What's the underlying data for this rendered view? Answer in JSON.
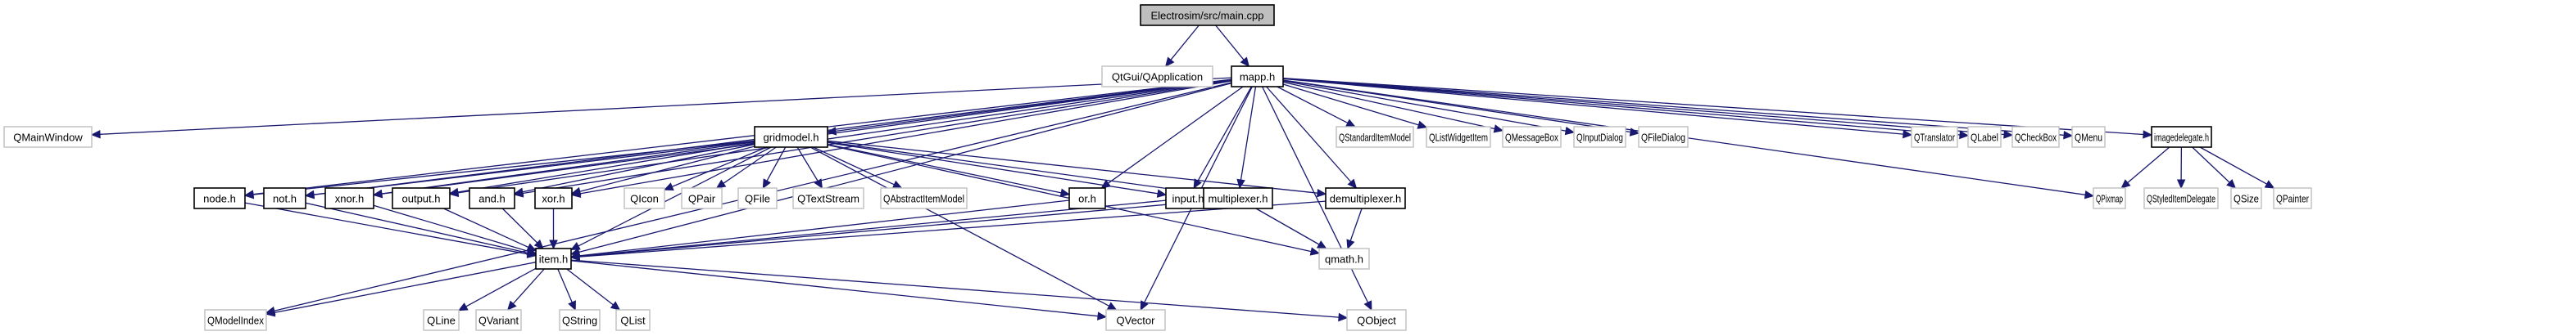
{
  "title": "Electrosim/src/main.cpp include dependency graph",
  "colors": {
    "edge": "#191970",
    "root_fill": "#bfbfbf",
    "documented_border": "#000000",
    "external_border": "#bfbfbf"
  },
  "nodes": [
    {
      "id": "main",
      "label": "Electrosim/src/main.cpp",
      "kind": "root"
    },
    {
      "id": "qapp",
      "label": "QtGui/QApplication",
      "kind": "external"
    },
    {
      "id": "mapp",
      "label": "mapp.h",
      "kind": "documented"
    },
    {
      "id": "qmainwindow",
      "label": "QMainWindow",
      "kind": "external"
    },
    {
      "id": "gridmodel",
      "label": "gridmodel.h",
      "kind": "documented"
    },
    {
      "id": "qstandarditemmodel",
      "label": "QStandardItemModel",
      "kind": "external"
    },
    {
      "id": "qlistwidgetitem",
      "label": "QListWidgetItem",
      "kind": "external"
    },
    {
      "id": "qmessagebox",
      "label": "QMessageBox",
      "kind": "external"
    },
    {
      "id": "qinputdialog",
      "label": "QInputDialog",
      "kind": "external"
    },
    {
      "id": "qfiledialog",
      "label": "QFileDialog",
      "kind": "external"
    },
    {
      "id": "qtranslator",
      "label": "QTranslator",
      "kind": "external"
    },
    {
      "id": "qlabel",
      "label": "QLabel",
      "kind": "external"
    },
    {
      "id": "qcheckbox",
      "label": "QCheckBox",
      "kind": "external"
    },
    {
      "id": "qmenu",
      "label": "QMenu",
      "kind": "external"
    },
    {
      "id": "imagedelegate",
      "label": "imagedelegate.h",
      "kind": "documented"
    },
    {
      "id": "node",
      "label": "node.h",
      "kind": "documented"
    },
    {
      "id": "not",
      "label": "not.h",
      "kind": "documented"
    },
    {
      "id": "xnor",
      "label": "xnor.h",
      "kind": "documented"
    },
    {
      "id": "output",
      "label": "output.h",
      "kind": "documented"
    },
    {
      "id": "and",
      "label": "and.h",
      "kind": "documented"
    },
    {
      "id": "xor",
      "label": "xor.h",
      "kind": "documented"
    },
    {
      "id": "qicon",
      "label": "QIcon",
      "kind": "external"
    },
    {
      "id": "qpair",
      "label": "QPair",
      "kind": "external"
    },
    {
      "id": "qfile",
      "label": "QFile",
      "kind": "external"
    },
    {
      "id": "qtextstream",
      "label": "QTextStream",
      "kind": "external"
    },
    {
      "id": "qabstractitemmodel",
      "label": "QAbstractItemModel",
      "kind": "external"
    },
    {
      "id": "or",
      "label": "or.h",
      "kind": "documented"
    },
    {
      "id": "input",
      "label": "input.h",
      "kind": "documented"
    },
    {
      "id": "multiplexer",
      "label": "multiplexer.h",
      "kind": "documented"
    },
    {
      "id": "demultiplexer",
      "label": "demultiplexer.h",
      "kind": "documented"
    },
    {
      "id": "qpixmap",
      "label": "QPixmap",
      "kind": "external"
    },
    {
      "id": "qstyleditemdelegate",
      "label": "QStyledItemDelegate",
      "kind": "external"
    },
    {
      "id": "qsize",
      "label": "QSize",
      "kind": "external"
    },
    {
      "id": "qpainter",
      "label": "QPainter",
      "kind": "external"
    },
    {
      "id": "item",
      "label": "item.h",
      "kind": "documented"
    },
    {
      "id": "qmath",
      "label": "qmath.h",
      "kind": "external"
    },
    {
      "id": "qmodelindex",
      "label": "QModelIndex",
      "kind": "external"
    },
    {
      "id": "qline",
      "label": "QLine",
      "kind": "external"
    },
    {
      "id": "qvariant",
      "label": "QVariant",
      "kind": "external"
    },
    {
      "id": "qstring",
      "label": "QString",
      "kind": "external"
    },
    {
      "id": "qlist",
      "label": "QList",
      "kind": "external"
    },
    {
      "id": "qvector",
      "label": "QVector",
      "kind": "external"
    },
    {
      "id": "qobject",
      "label": "QObject",
      "kind": "external"
    }
  ],
  "edges": [
    [
      "main",
      "qapp"
    ],
    [
      "main",
      "mapp"
    ],
    [
      "mapp",
      "qmainwindow"
    ],
    [
      "mapp",
      "gridmodel"
    ],
    [
      "mapp",
      "qstandarditemmodel"
    ],
    [
      "mapp",
      "qlistwidgetitem"
    ],
    [
      "mapp",
      "qmessagebox"
    ],
    [
      "mapp",
      "qinputdialog"
    ],
    [
      "mapp",
      "qfiledialog"
    ],
    [
      "mapp",
      "qtranslator"
    ],
    [
      "mapp",
      "qlabel"
    ],
    [
      "mapp",
      "qcheckbox"
    ],
    [
      "mapp",
      "qmenu"
    ],
    [
      "mapp",
      "imagedelegate"
    ],
    [
      "mapp",
      "qpixmap"
    ],
    [
      "mapp",
      "node"
    ],
    [
      "mapp",
      "not"
    ],
    [
      "mapp",
      "xnor"
    ],
    [
      "mapp",
      "output"
    ],
    [
      "mapp",
      "and"
    ],
    [
      "mapp",
      "xor"
    ],
    [
      "mapp",
      "or"
    ],
    [
      "mapp",
      "input"
    ],
    [
      "mapp",
      "multiplexer"
    ],
    [
      "mapp",
      "demultiplexer"
    ],
    [
      "mapp",
      "item"
    ],
    [
      "mapp",
      "qmodelindex"
    ],
    [
      "mapp",
      "qvector"
    ],
    [
      "mapp",
      "qobject"
    ],
    [
      "gridmodel",
      "node"
    ],
    [
      "gridmodel",
      "not"
    ],
    [
      "gridmodel",
      "xnor"
    ],
    [
      "gridmodel",
      "output"
    ],
    [
      "gridmodel",
      "and"
    ],
    [
      "gridmodel",
      "xor"
    ],
    [
      "gridmodel",
      "qicon"
    ],
    [
      "gridmodel",
      "qpair"
    ],
    [
      "gridmodel",
      "qfile"
    ],
    [
      "gridmodel",
      "qtextstream"
    ],
    [
      "gridmodel",
      "qabstractitemmodel"
    ],
    [
      "gridmodel",
      "or"
    ],
    [
      "gridmodel",
      "input"
    ],
    [
      "gridmodel",
      "multiplexer"
    ],
    [
      "gridmodel",
      "demultiplexer"
    ],
    [
      "gridmodel",
      "item"
    ],
    [
      "gridmodel",
      "qmath"
    ],
    [
      "gridmodel",
      "qvector"
    ],
    [
      "imagedelegate",
      "qpixmap"
    ],
    [
      "imagedelegate",
      "qstyleditemdelegate"
    ],
    [
      "imagedelegate",
      "qsize"
    ],
    [
      "imagedelegate",
      "qpainter"
    ],
    [
      "node",
      "item"
    ],
    [
      "not",
      "item"
    ],
    [
      "xnor",
      "item"
    ],
    [
      "output",
      "item"
    ],
    [
      "and",
      "item"
    ],
    [
      "xor",
      "item"
    ],
    [
      "or",
      "item"
    ],
    [
      "input",
      "item"
    ],
    [
      "multiplexer",
      "item"
    ],
    [
      "demultiplexer",
      "item"
    ],
    [
      "multiplexer",
      "qmath"
    ],
    [
      "demultiplexer",
      "qmath"
    ],
    [
      "item",
      "qmodelindex"
    ],
    [
      "item",
      "qline"
    ],
    [
      "item",
      "qvariant"
    ],
    [
      "item",
      "qstring"
    ],
    [
      "item",
      "qlist"
    ],
    [
      "item",
      "qvector"
    ],
    [
      "item",
      "qobject"
    ]
  ]
}
